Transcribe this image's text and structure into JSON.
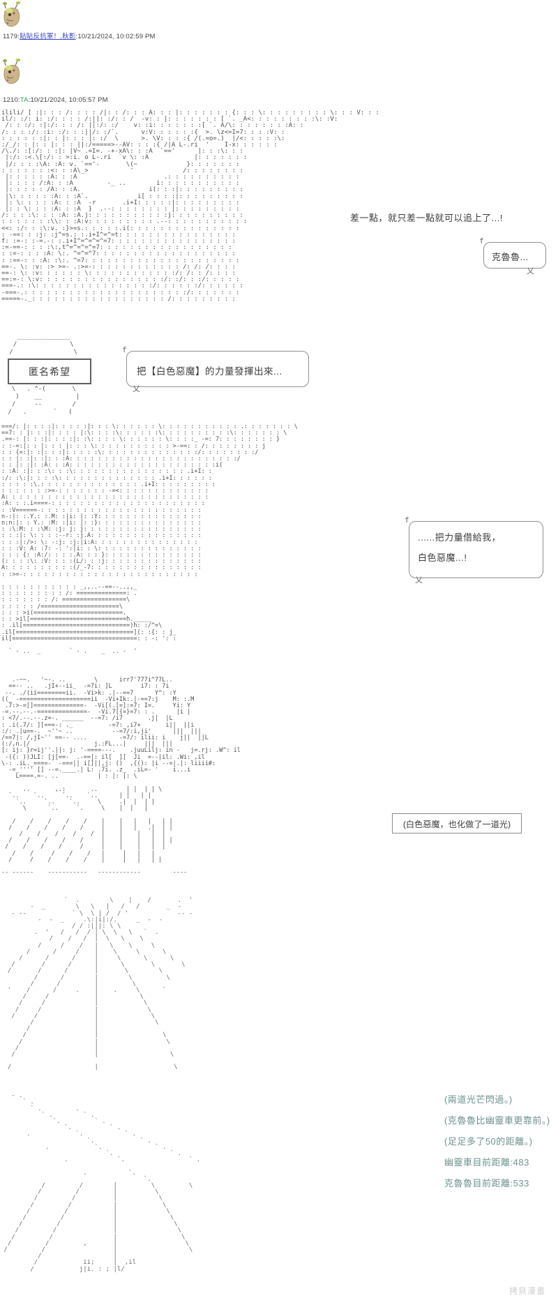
{
  "posts": [
    {
      "number": "1179:",
      "author": "貼貼反抗軍！,秋影",
      "sep": ":",
      "timestamp": "10/21/2024, 10:02:59 PM"
    },
    {
      "number": "1210:",
      "author": "TA",
      "sep": ":",
      "timestamp": "10/21/2024, 10:05:57 PM"
    }
  ],
  "dialogue": {
    "line1": "差一點，就只差一點就可以追上了...!",
    "bubble1": "克魯魯...",
    "nameplate": "匿名希望",
    "bubble2": "把【白色惡魔】的力量發揮出來...",
    "bubble3_line1": "......把力量借給我，",
    "bubble3_line2": "白色惡魔...!",
    "caption_box": "(白色惡魔，也化做了一道光)"
  },
  "bubble_deco": {
    "top_left": "f",
    "tail": "乂"
  },
  "status": {
    "lines": [
      "(兩道光芒閃過。)",
      "(克魯魯比幽靈車更靠前。)",
      "(足足多了50的距離。)",
      "幽靈車目前距離:483",
      "克魯魯目前距離:533"
    ]
  },
  "page": {
    "watermark": "拷貝漫畫"
  },
  "colors": {
    "link_blue": "#3a45c4",
    "name_green": "#2f9e5f",
    "status_teal": "#6d938f"
  },
  "ascii_art": {
    "block1": [
      "ilili/ [ :|: : : /: : : : /|: : /: : : A: : : |: : : : : : : {: : : \\: : : : : : : : : \\: : : V: : :",
      "il/: :/: i: :/: : : : /:||: :/: : /  -v: : |: : : : : : : [ `. _A<: : : : : : : : :\\: :V: ",
      " /: : :/: :|:/: : : /: ||:/: :/    v: :i: : : : : : :[ `. A/\\: : : : : : : :A: : ",
      "/: : : :/: :i: :/: : :||/: :/`.      v:V: : : : : :{  >. \\z<=I=7: : : :V: : ",
      ": : : : : :|: : |: : : |: :/  \\      >. \\V: : : :{ /(.=o=.)  |/<: : : : :\\: ",
      ":/_/: : |: : |: : : ||:/=====>--AV: : : :{ /|A L-.ri  '    I-x: : : : : : ",
      "/\\./: :[:/: : :|: |V~ .=I=. -+-xA\\: : :A  `=='      |: : :\\: : : ",
      " |:/: :<.\\[:/: : >:i. o L-.ri  `v \\: :A            |: : : : : : : ",
      " |/: : : :\\A: :A: v. `=='-       \\(~             }: : : : : : : ",
      ": : : : : : :<: : :A\\_>           '             /: : : : : : : : ",
      " |: : : : : :A: : :A                       .: : : : : : : : : : ",
      " |: : : : /:A: : :A         -_ ..        i: : : : : : : : : : : ",
      " |: : : : : /A: : :A.                  i(: : :|: : : : : : : : : ",
      " |\\: : : : : :A: : :A`.             i[ : : : :|: : : : : : : : : ",
      " |: \\: : : : :A: : :A  -r       .i+I: : : : :|: : : : : : : : : ",
      " |: : \\: : : :A: : :A  }  .--: : : : : : : : |: : : : : : : : : ",
      "/: : : :\\: : : :A: :A.j: : : : : : : : : : :j: : : : : : : : : : ",
      ": : : : : : :\\\\: : :A:v: : : : : : : : : .--: : : : : : : : : : : ",
      "<<: :/: : :\\:v. :}>=s.: : : : :.i(: : : : : : : : : : : : : : : ",
      ": -==: : :j: :j^=s.: :.i+I^=^=t: : : : : : : : : : : : : : : : ",
      "f: :=-: :-=.-: :.i+I^=^=^=^=7: : : : : : : : : : : : : : : : : ",
      ":=-==-: : : :\\:,t^=^=^=^=7: : : : : : : : : : : : : : : : : : ",
      ": :=-: : : :A: \\:. ^=^=^7: : : : : : : : : : : : : : : : : : : ",
      ": :==-: : :A: :\\:. ^=7: : : : : : : : : : : : : : : : : : : : : ",
      "==-. \\: :v: :> >=- .:>=-: : : : : : : : : : : : /: /: /: : : : ",
      "==-: \\: :v: : : : : : \\: : : : : : : : : : : :/: /: : /: : : : ",
      "==:=-: \\:v: : : : : : : : : : : : : : : : :/: :/: : :/: : : : : ",
      "===-.: :\\: : : : : : : : : : : : : : : :/: : : : : :/: : : : : : ",
      "-===-.: : : : : : : : : : : : : : : : : : : : : :/: : : : : : : ",
      "=====-._: : : : : : : : : : : : : : : : : : /: : : : : : : : : "
    ],
    "roof": [
      "   ______________",
      "  /              \\",
      " /                \\"
    ],
    "figure": [
      "  \\   . ^-(       \\",
      "   )    __         |",
      "  /     --        /",
      " /   .       `   ("
    ],
    "block2": [
      "===/: |: : : :|: : : : :|: : : \\: : : : : : \\: : : : : : : : : : : .: : : : : : : \\",
      "==7: : |: : :|: : : : |:\\: : : :\\: : : : : :\\: : : : : : : : : :\\: : : : : : : \\",
      ".==-: |: : :|: : : :|: :\\: : : : \\: : : : : : \\: : : :_ -=: 7: : : : : : : : }",
      ": :-=:|: : |: : : |: : : \\: : : : : : : : : : : >-==: : /: : : : : : : : j",
      ": : {=:|: :|: : :|: : : : :\\: : : : : : : : : : : : : :/: : : : : : : :/",
      ": : |: :|: :|: : :A: : : : : : : : : : : : : : : : : : : : : : : :/",
      ": : |: :|: :A: : :A: : : : : : : : : : : : : : : : : : : : :i(",
      ": :A: :|: : :\\: : :\\: : : : : : : : : : : : : : : : .i+I: : ",
      ":/: :\\:|: : : :\\: : : : : : : : : : : : : : .i+I: : : : : : ",
      ": : : : :\\.: : : : : : : : : : : : : : .i+I: : : : : : : : : ",
      ": : : : : : :>=-: : : : : : : -=<: : : : : : : : : : : : : ",
      "A: : : : : : : : : : : : : : : : : : : : : : : : : : : : : ",
      ":A: : :.i====-: : : : : : : : : : : : : : : : : : : : : : ",
      ": :V======-: : : : : : : : : : : : : : : : : : : : : : : ",
      "n-:|: :.Y.: :.M: :|i: |: :Y: : : : : : : : : : : : : : : ",
      "n:n:|: : Y.: :M: :|i: |: :}: : : : : : : : : : : : : : : ",
      ": :\\:M: : :\\M: :j: j: j: : : : : : : : : : : : : : : : : ",
      ": : :|: \\: : : :--r: :j.A: : : : : : : : : : : : : : : : ",
      ": : :|:/>: \\: -:j: :j:|i:A: : : : : : : : : : : : : : : ",
      ": : :V: A: :7: -: ':|i: : \\: : : : : : : : : : : : : : : ",
      ": : : {: :A:/: : : :.A: : : }: : : : : : : : : : : : : : ",
      "(: : : :\\: :V: : : :(L/: : :j: : : : : : : : : : : : : : ",
      "A: : : : : : : : : :(/_-7: : : : : : : : : : : : : : : : ",
      ": :>=-: : : : : : : : : : : : : : : : : : : : : : : : : ",
      "",
      ": : : : : : : : : : : _,,..--==--..,,_",
      ": : : : : : : : : /: ==============: .",
      ": : : : : : : /: ==================\\",
      ": : : : : /======================\\",
      ": : : >i(=========================.",
      ": : >il[===========================h._____",
      ": .il[==============================)h: :/^=\\",
      ".il[=================================](: :{: : j_",
      "il[===================================: : -: ': :",
      "",
      "  ` - ..  _        ` - .    _  .. -  '",
      "",
      ""
    ],
    "block3": [
      "",
      "   .-~~.   '~-. ..        \\      irr7'777i^77L.. ",
      "  ==-- ..   .jI+--ii_  -=7i: ]L        i7: : 7i",
      " --. ./(ii========ii.  -Vi>k: .|--==7      Y^: :Y",
      "((_ -====================ii  -Vi+Ik:.|-==7:j    M: :.M",
      " .7:>-=[]==============-  -Vi[(.[=]:=7: I=.     Yi: Y",
      "-=.--.--.-==============-  -Vi.7[{=}=7: : .      |i |",
      ": <7/.--.--.z=-. ______  --=7: /i7       .j|  |L",
      ": .i(.7/: ][===-: ._          -=7: ,i7+       i||  ||i",
      ":/: .|u==-.  ~''~ ..           --=7/:i,ji'      |||  |||",
      "/==7|: /,jI~'' ==-- ....         -=7/: ilii: i    j||  ||L",
      "(:/,n.|/                  j.:FL...|     |||  |||",
      "[: ij: }r=ij''.||: j: '-====---.    .juuLilj: in -   j=.rj: .W^: il",
      " -({: ))JLI: [j[==-  .-==|: il[  ][  Ji  =--|il: .Wi: ,il",
      "\\-: .iL._====-  -===|| i[]||,j: ()  ,{(): |i --=|.|: liiii#: ",
      "  -=_'''' [] --=.____.| L: .7i. .z_  .iL=- '    i...i",
      "    L====.=-. ..           | : |: |: \\",
      "",
      "      ..       ,.:       ..        | |  | | \\",
      "  `..    `..     `..    `..      | |   | |",
      "    `..     `..    `..     \\     .|  |  | |",
      "      \\      `..     `.     \\    |  |   |",
      "",
      "   /    /    /    /    /    |    |   |   |   | |",
      "  /    /    /    /    /     |    |   |   .|  | |",
      "     /    /    /    /    /  |    |    |   |  |",
      "  /    /    /    /    /     |    |    |   |  | |",
      " /    /    /    /     /     |    |    |   |  |",
      "   /    /     /    /    /   |     |   |   |",
      "  /     /    /    /    /    |     |   |   | |",
      "",
      "-- ------    -----------   ------------         ----",
      "",
      ""
    ],
    "block4": [
      "",
      "                 `  .        \\    |    /       .  '",
      "        -  _        \\   \\   |   /   /       _  -",
      "   - --            ` \\  \\ | /  / '             -- -",
      "          -  -  _     .\\:|i|:/.     _  -  -",
      "                   / / :|||: \\ \\",
      "         .  '   /   /  / | \\  \\   \\   `  .",
      "             /    /   /  |  \\   \\    \\",
      "          /     /    /   |   \\    \\     \\",
      "       /      /     /    |    \\     \\      \\",
      "     /      /      /     |     \\      \\      \\",
      "   /       /      /      |      \\       \\       \\",
      "  /       /      /       |       \\        \\",
      "         /      /        |        \\         \\",
      "        /      /         |         \\",
      "  '    /      /     .    |    .     \\      `",
      "      /     /            |           \\",
      "     /     /             |            \\",
      "    /     /              |             \\",
      "   /     /               |              \\",
      "        /                |               \\",
      "       /                 |",
      "      /                  |                 \\",
      "     /                   |                  \\",
      "    /                    |",
      "   /                     |                   \\",
      "",
      "  /                      |                    \\",
      "",
      ""
    ],
    "block5": [
      "",
      "   - .",
      "      ` .",
      "        ` .         .",
      "           ` .        ` .",
      "              `.         ` .",
      "                 `.          ` .",
      "       .            `.           ` .",
      "                       `.            ` .",
      "            .            `.              ` .",
      "                            `.               ` .",
      "                 .             `.                 ` .",
      "",
      "                      .           `.",
      "                                      `.",
      "           /         /        |         \\         \\",
      "          /         /         |          \\",
      "         /         /          |           \\",
      "        /         /           |            \\",
      "       /         /            |             \\",
      "      /         /             |              \\",
      "     /         /              |               \\",
      "    /         /               |                \\",
      "   /         /                |                 \\",
      "  /         /         ,       |                  \\",
      " /         /                  |                   \\",
      "          /                   |",
      "         /            ii;     |  ,il",
      "        /            j|i. : ; |l/",
      "",
      "",
      ""
    ]
  }
}
